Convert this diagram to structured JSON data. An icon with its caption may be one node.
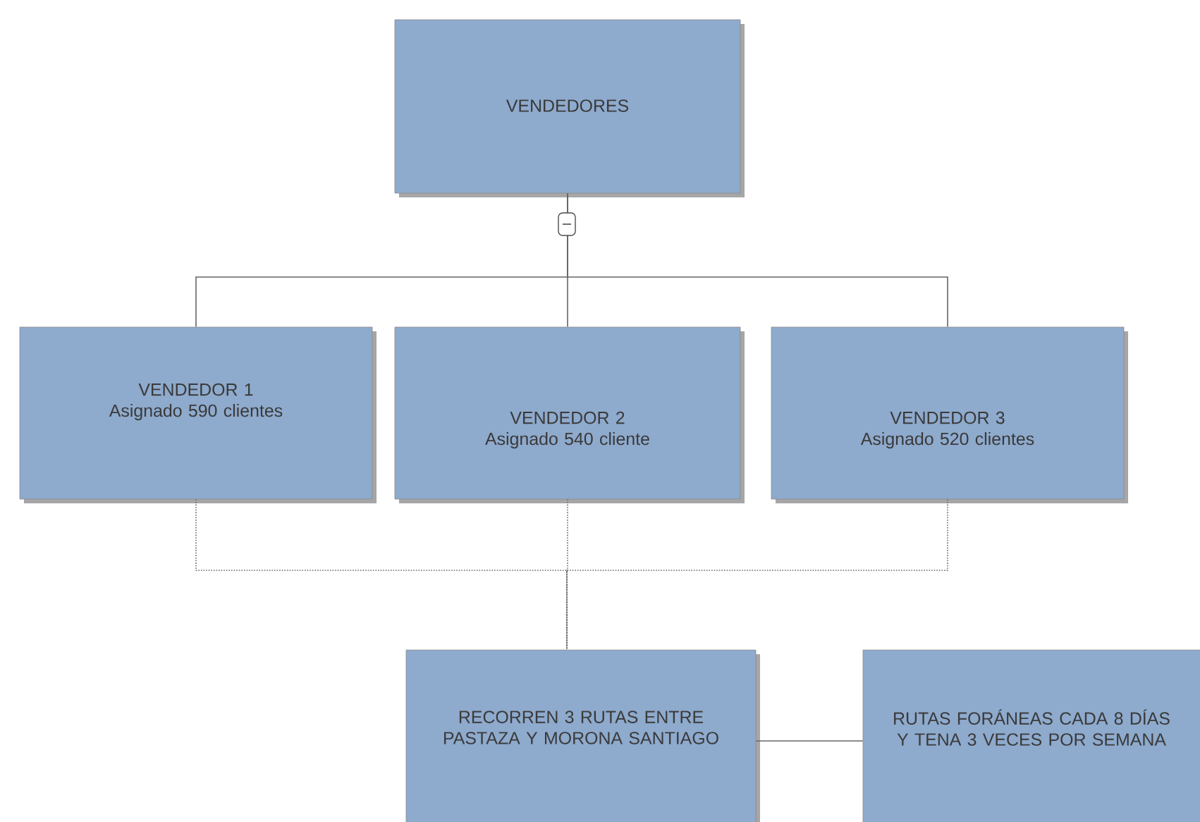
{
  "diagram": {
    "nodes": [
      {
        "text": [
          "VENDEDORES"
        ]
      },
      {
        "text": [
          "VENDEDOR 1",
          "Asignado 590 clientes"
        ]
      },
      {
        "text": [
          "VENDEDOR 2",
          "Asignado 540 cliente"
        ]
      },
      {
        "text": [
          "VENDEDOR 3",
          "Asignado 520 clientes"
        ]
      },
      {
        "text": [
          "RECORREN 3 RUTAS ENTRE PASTAZA Y MORONA SANTIAGO"
        ]
      },
      {
        "text": [
          "RUTAS FORÁNEAS CADA 8 DÍAS Y  TENA 3 VECES POR SEMANA"
        ]
      }
    ],
    "edges": [
      {
        "from": 0,
        "to": 1,
        "arrow": "none"
      },
      {
        "from": 0,
        "to": 2,
        "arrow": "none"
      },
      {
        "from": 0,
        "to": 3,
        "arrow": "none"
      },
      {
        "from": 1,
        "to": 4,
        "arrow": "none",
        "style": "dashed"
      },
      {
        "from": 2,
        "to": 4,
        "arrow": "none",
        "style": "dashed"
      },
      {
        "from": 3,
        "to": 4,
        "arrow": "none",
        "style": "dashed"
      },
      {
        "from": 4,
        "to": 5,
        "arrow": "none"
      }
    ]
  }
}
